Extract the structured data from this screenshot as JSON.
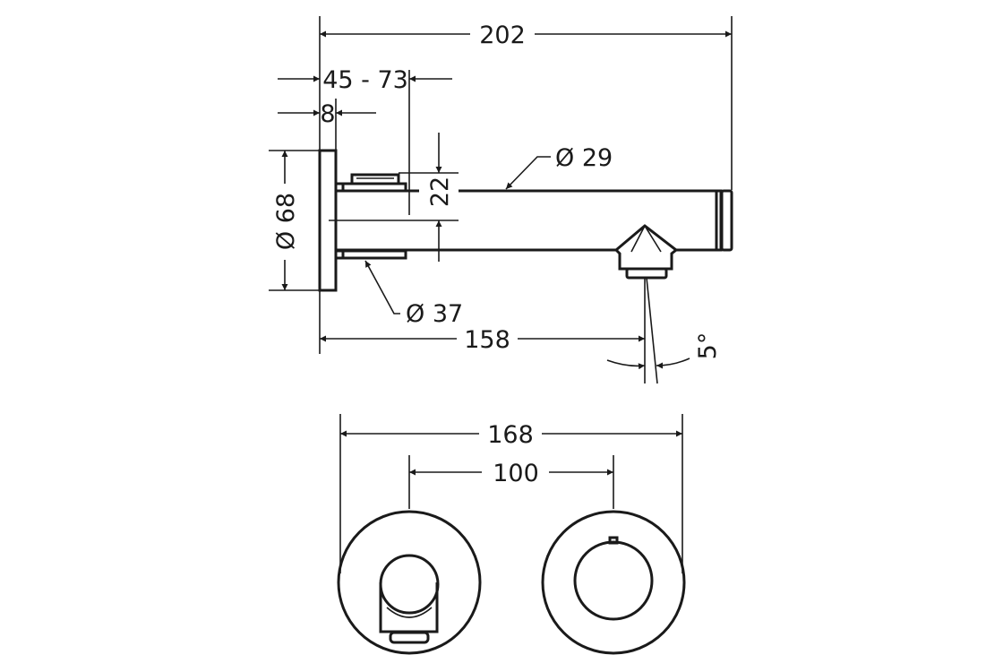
{
  "dimensions": {
    "overall_length": "202",
    "wall_depth_range": "45 - 73",
    "plate_thickness": "8",
    "plate_diameter": "Ø 68",
    "spout_diameter": "Ø 29",
    "offset_height": "22",
    "escutcheon_diameter": "Ø 37",
    "projection_to_outlet": "158",
    "outlet_angle": "5°",
    "front_overall_width": "168",
    "center_distance": "100"
  }
}
